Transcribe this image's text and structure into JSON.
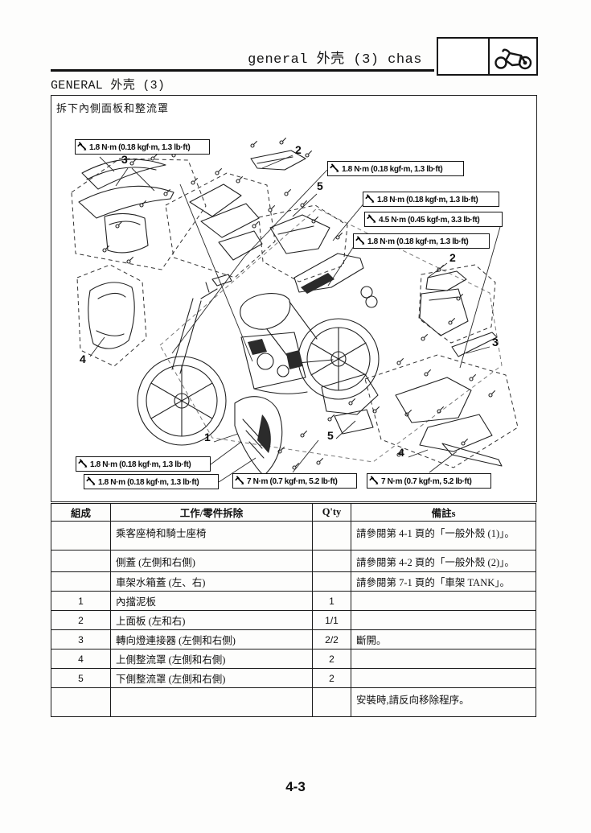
{
  "header": {
    "title": "general 外壳 (3) chas",
    "section_title": "GENERAL 外壳 (3)"
  },
  "icons": {
    "motorcycle_icon": "motorcycle-icon",
    "wrench_icon": "torque-wrench-icon"
  },
  "diagram": {
    "caption": "拆下內側面板和整流罩",
    "callouts": [
      {
        "text": "1.8 N·m (0.18 kgf·m, 1.3 lb·ft)"
      },
      {
        "text": "1.8 N·m (0.18 kgf·m, 1.3 lb·ft)"
      },
      {
        "text": "1.8 N·m (0.18 kgf·m, 1.3 lb·ft)"
      },
      {
        "text": "4.5 N·m (0.45 kgf·m, 3.3 lb·ft)"
      },
      {
        "text": "1.8 N·m (0.18 kgf·m, 1.3 lb·ft)"
      },
      {
        "text": "1.8 N·m (0.18 kgf·m, 1.3 lb·ft)"
      },
      {
        "text": "1.8 N·m (0.18 kgf·m, 1.3 lb·ft)"
      },
      {
        "text": "7 N·m (0.7 kgf·m, 5.2 lb·ft)"
      },
      {
        "text": "7 N·m (0.7 kgf·m, 5.2 lb·ft)"
      }
    ],
    "part_labels": [
      "3",
      "2",
      "5",
      "2",
      "3",
      "4",
      "1",
      "5",
      "4"
    ]
  },
  "table": {
    "headers": [
      "組成",
      "工作/零件拆除",
      "Q'ty",
      "備註s"
    ],
    "rows": [
      {
        "order": "",
        "job": "乘客座椅和騎士座椅",
        "qty": "",
        "remarks": "請參閱第 4-1 頁的「一般外殼 (1)」。"
      },
      {
        "order": "",
        "job": "側蓋 (左側和右側)",
        "qty": "",
        "remarks": "請參閱第 4-2 頁的「一般外殼 (2)」。"
      },
      {
        "order": "",
        "job": "車架水箱蓋 (左、右)",
        "qty": "",
        "remarks": "請參閱第 7-1 頁的「車架 TANK」。"
      },
      {
        "order": "1",
        "job": "內擋泥板",
        "qty": "1",
        "remarks": ""
      },
      {
        "order": "2",
        "job": "上面板 (左和右)",
        "qty": "1/1",
        "remarks": ""
      },
      {
        "order": "3",
        "job": "轉向燈連接器 (左側和右側)",
        "qty": "2/2",
        "remarks": "斷開。"
      },
      {
        "order": "4",
        "job": "上側整流罩 (左側和右側)",
        "qty": "2",
        "remarks": ""
      },
      {
        "order": "5",
        "job": "下側整流罩 (左側和右側)",
        "qty": "2",
        "remarks": ""
      },
      {
        "order": "",
        "job": "",
        "qty": "",
        "remarks": "安裝時,請反向移除程序。"
      }
    ]
  },
  "footer": {
    "page_number": "4-3"
  }
}
